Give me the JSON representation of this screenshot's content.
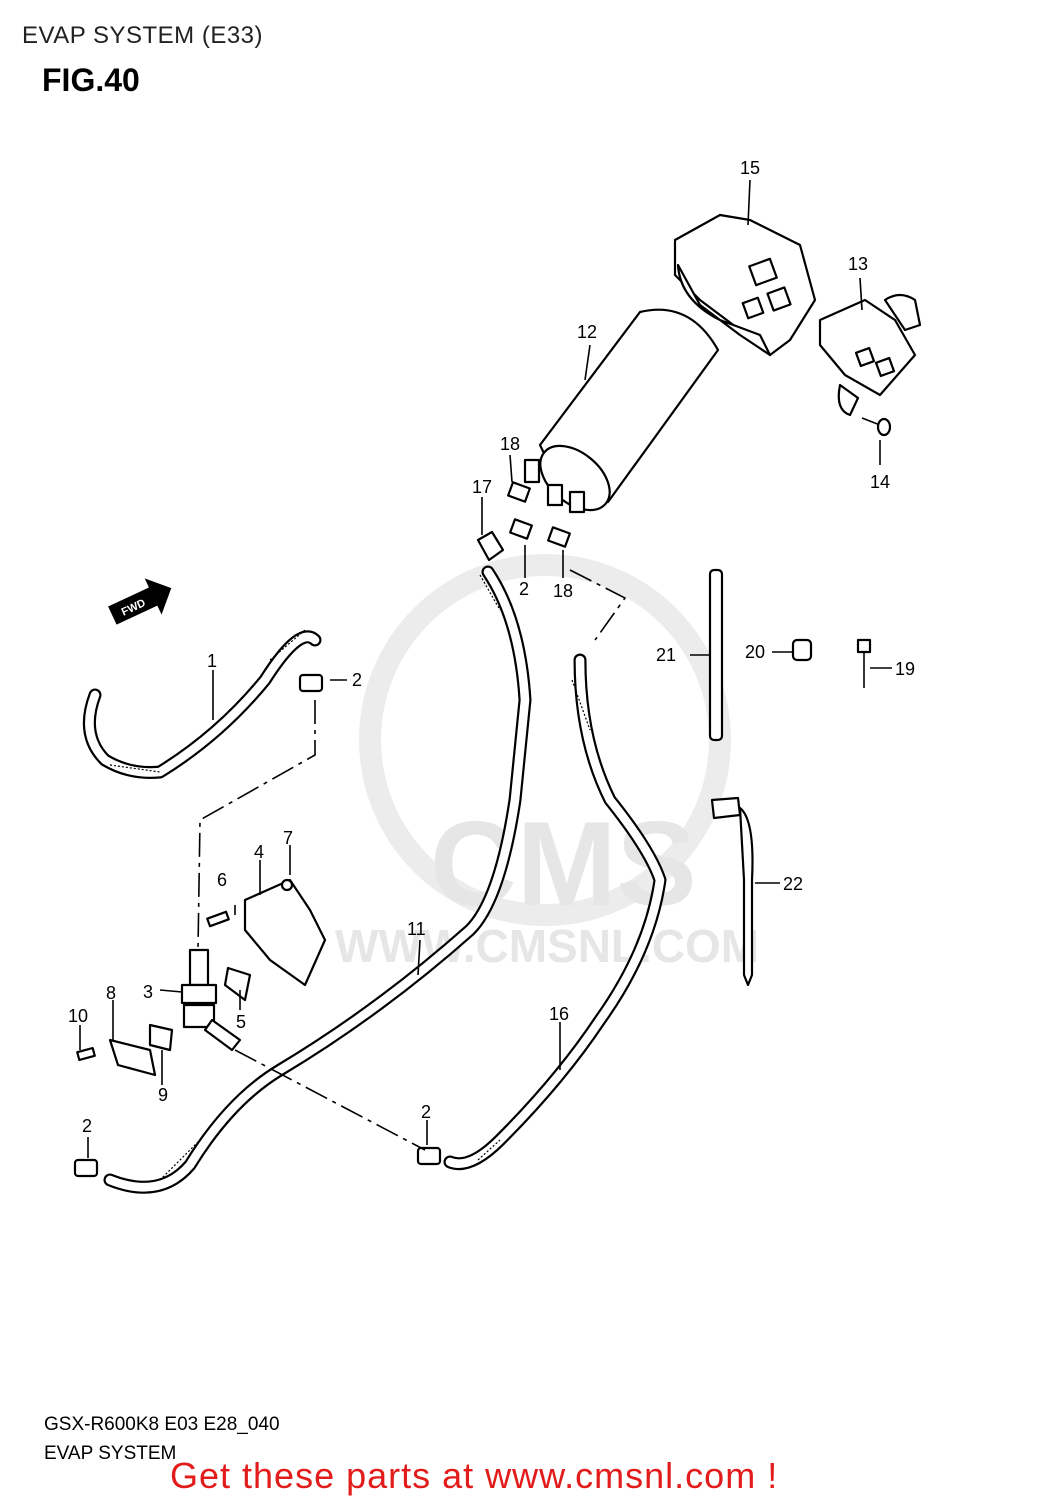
{
  "header": {
    "title": "EVAP SYSTEM (E33)",
    "figure": "FIG.40"
  },
  "watermark": {
    "site": "WWW.CMSNL.COM",
    "logo_text": "CMS"
  },
  "parts": [
    {
      "label": "1"
    },
    {
      "label": "2"
    },
    {
      "label": "3"
    },
    {
      "label": "4"
    },
    {
      "label": "5"
    },
    {
      "label": "6"
    },
    {
      "label": "7"
    },
    {
      "label": "8"
    },
    {
      "label": "9"
    },
    {
      "label": "10"
    },
    {
      "label": "11"
    },
    {
      "label": "12"
    },
    {
      "label": "13"
    },
    {
      "label": "14"
    },
    {
      "label": "15"
    },
    {
      "label": "16"
    },
    {
      "label": "17"
    },
    {
      "label": "18"
    },
    {
      "label": "19"
    },
    {
      "label": "20"
    },
    {
      "label": "21"
    },
    {
      "label": "22"
    }
  ],
  "fwd_arrow": "FWD",
  "footer": {
    "model_code": "GSX-R600K8 E03 E28_040",
    "name": "EVAP SYSTEM",
    "cta": "Get these parts at www.cmsnl.com !"
  }
}
